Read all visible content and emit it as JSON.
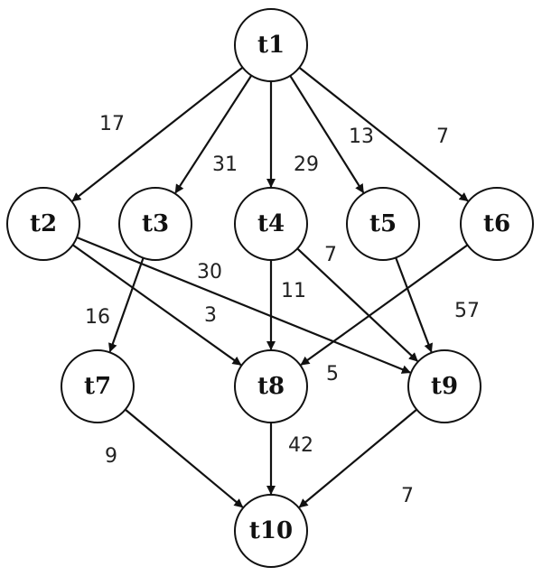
{
  "colors": {
    "stroke": "#111111",
    "node_fill": "#ffffff",
    "text": "#111111",
    "background": "#ffffff"
  },
  "nodes": [
    {
      "id": "t1",
      "label": "t1"
    },
    {
      "id": "t2",
      "label": "t2"
    },
    {
      "id": "t3",
      "label": "t3"
    },
    {
      "id": "t4",
      "label": "t4"
    },
    {
      "id": "t5",
      "label": "t5"
    },
    {
      "id": "t6",
      "label": "t6"
    },
    {
      "id": "t7",
      "label": "t7"
    },
    {
      "id": "t8",
      "label": "t8"
    },
    {
      "id": "t9",
      "label": "t9"
    },
    {
      "id": "t10",
      "label": "t10"
    }
  ],
  "edges": [
    {
      "from": "t1",
      "to": "t2",
      "weight": "17"
    },
    {
      "from": "t1",
      "to": "t3",
      "weight": "31"
    },
    {
      "from": "t1",
      "to": "t4",
      "weight": "29"
    },
    {
      "from": "t1",
      "to": "t5",
      "weight": "13"
    },
    {
      "from": "t1",
      "to": "t6",
      "weight": "7"
    },
    {
      "from": "t2",
      "to": "t8",
      "weight": "3"
    },
    {
      "from": "t2",
      "to": "t9",
      "weight": "30"
    },
    {
      "from": "t3",
      "to": "t7",
      "weight": "16"
    },
    {
      "from": "t4",
      "to": "t8",
      "weight": "11"
    },
    {
      "from": "t4",
      "to": "t9",
      "weight": "7"
    },
    {
      "from": "t5",
      "to": "t9",
      "weight": "57"
    },
    {
      "from": "t6",
      "to": "t8",
      "weight": "5"
    },
    {
      "from": "t7",
      "to": "t10",
      "weight": "9"
    },
    {
      "from": "t8",
      "to": "t10",
      "weight": "42"
    },
    {
      "from": "t9",
      "to": "t10",
      "weight": "7"
    }
  ]
}
